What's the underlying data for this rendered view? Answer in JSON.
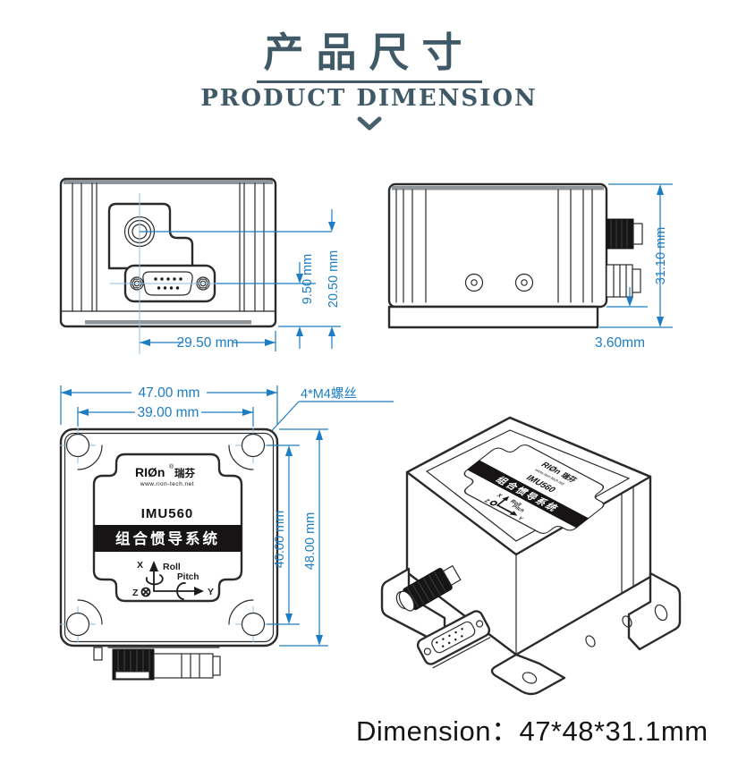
{
  "header": {
    "title_zh": "产品尺寸",
    "title_en": "PRODUCT DIMENSION"
  },
  "front_view": {
    "dim_connector_center_height": "9.50 mm",
    "dim_total_height": "20.50 mm",
    "dim_width": "29.50 mm"
  },
  "side_view": {
    "dim_height": "31.10 mm",
    "dim_flange_height": "3.60mm"
  },
  "top_view": {
    "dim_outer_width": "47.00 mm",
    "dim_hole_spacing_width": "39.00 mm",
    "dim_hole_spacing_height": "40.00 mm",
    "dim_outer_height": "48.00 mm",
    "screw_note": "4*M4螺丝"
  },
  "device_label": {
    "brand_logo": "RIØn",
    "brand_reg": "®",
    "brand_cn": "瑞芬",
    "website": "www.rion-tech.net",
    "model": "IMU560",
    "product_name": "组合惯导系统",
    "axis": {
      "x": "X",
      "y": "Y",
      "z": "Z",
      "roll": "Roll",
      "pitch": "Pitch"
    }
  },
  "footer": {
    "dimension_text": "Dimension：47*48*31.1mm"
  },
  "colors": {
    "dimension_blue": "#1c7dc3",
    "centerline_blue": "#8fbfe0",
    "drawing_line": "#2b2b2b",
    "title_color": "#3f5a66",
    "label_band": "#171415"
  }
}
